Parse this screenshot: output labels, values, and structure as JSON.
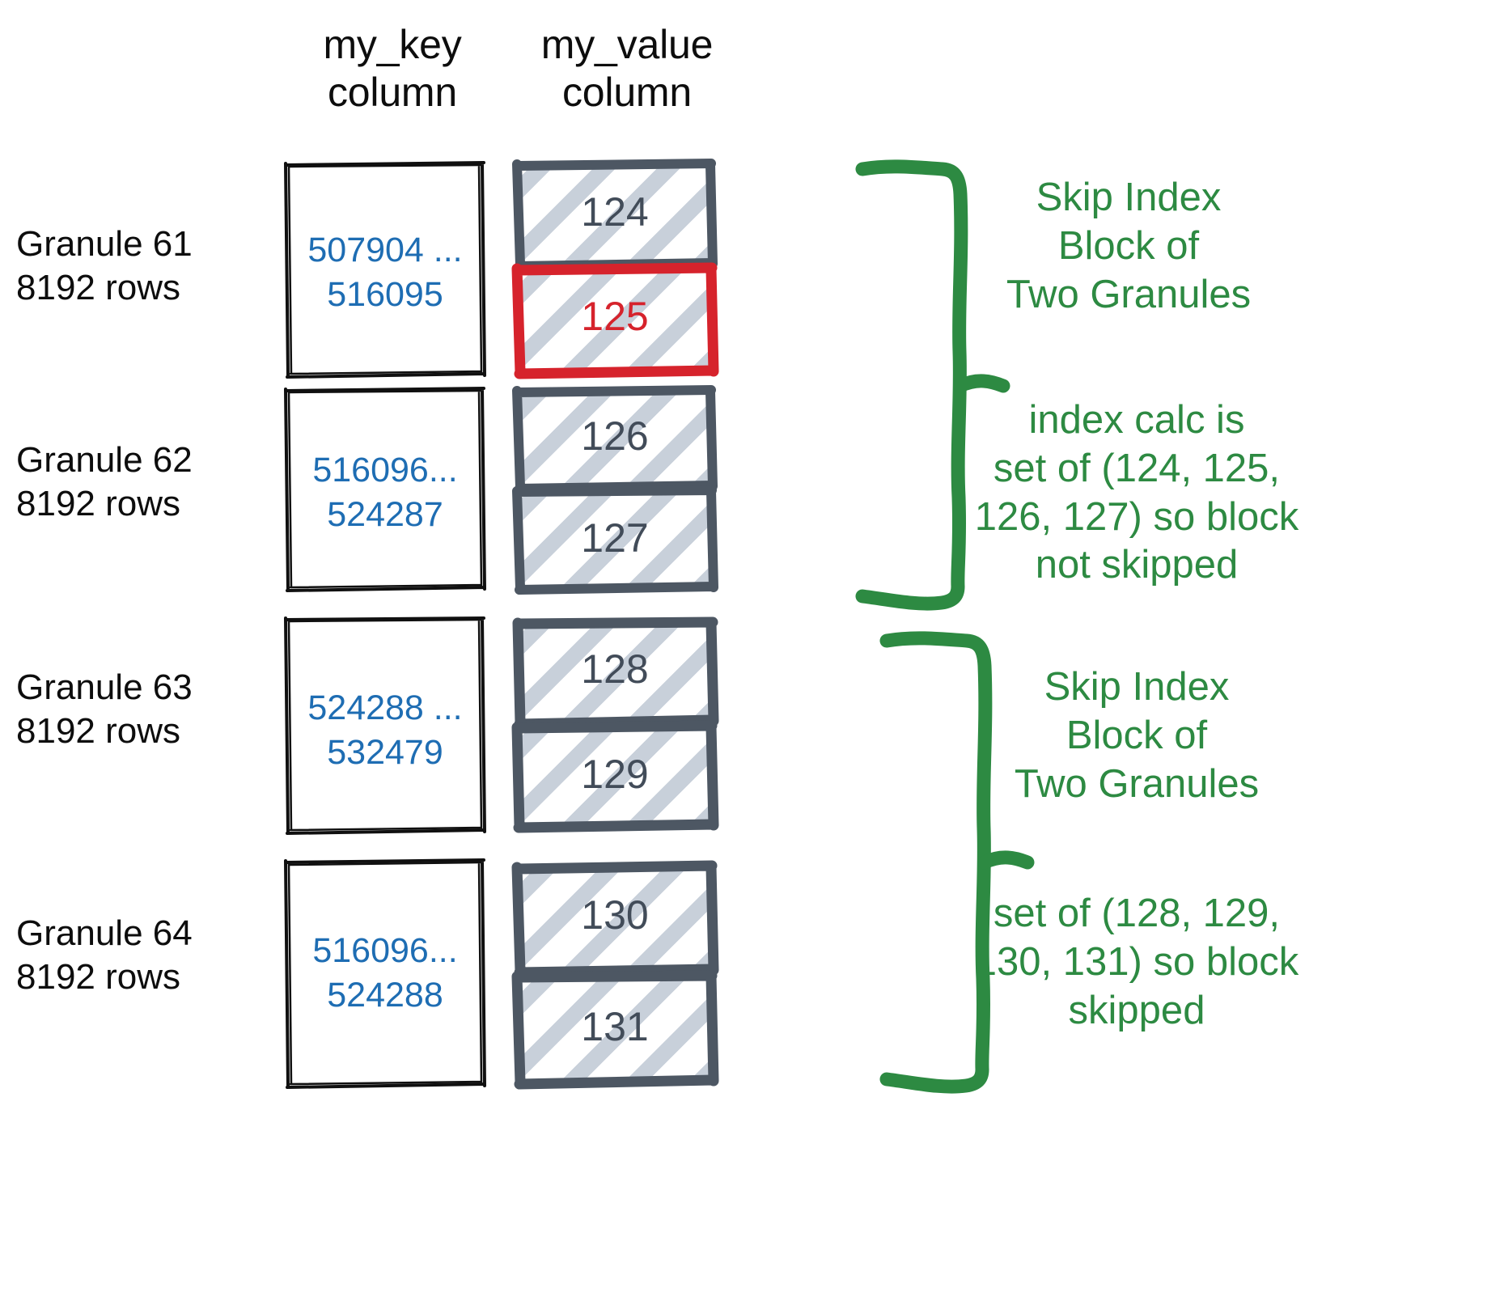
{
  "headers": {
    "key_column": "my_key\ncolumn",
    "value_column": "my_value\ncolumn"
  },
  "colors": {
    "key_text": "#1e6db3",
    "value_text": "#424c59",
    "highlight": "#d6232c",
    "note": "#2d8a42",
    "box_border": "#4d5763",
    "hatch": "#c5ced8"
  },
  "granules": [
    {
      "label": "Granule 61\n8192 rows",
      "key_range": "507904 ...\n516095",
      "values": [
        {
          "text": "124",
          "highlighted": false
        },
        {
          "text": "125",
          "highlighted": true
        }
      ]
    },
    {
      "label": "Granule 62\n8192 rows",
      "key_range": "516096...\n524287",
      "values": [
        {
          "text": "126",
          "highlighted": false
        },
        {
          "text": "127",
          "highlighted": false
        }
      ]
    },
    {
      "label": "Granule 63\n8192 rows",
      "key_range": "524288 ...\n532479",
      "values": [
        {
          "text": "128",
          "highlighted": false
        },
        {
          "text": "129",
          "highlighted": false
        }
      ]
    },
    {
      "label": "Granule 64\n8192 rows",
      "key_range": "516096...\n524288",
      "values": [
        {
          "text": "130",
          "highlighted": false
        },
        {
          "text": "131",
          "highlighted": false
        }
      ]
    }
  ],
  "notes": [
    {
      "text": "Skip Index\nBlock of\nTwo Granules"
    },
    {
      "text": "index calc is\nset of (124, 125,\n126, 127) so block\nnot skipped"
    },
    {
      "text": "Skip Index\nBlock of\nTwo Granules"
    },
    {
      "text": "set of (128, 129,\n130, 131) so block\nskipped"
    }
  ]
}
